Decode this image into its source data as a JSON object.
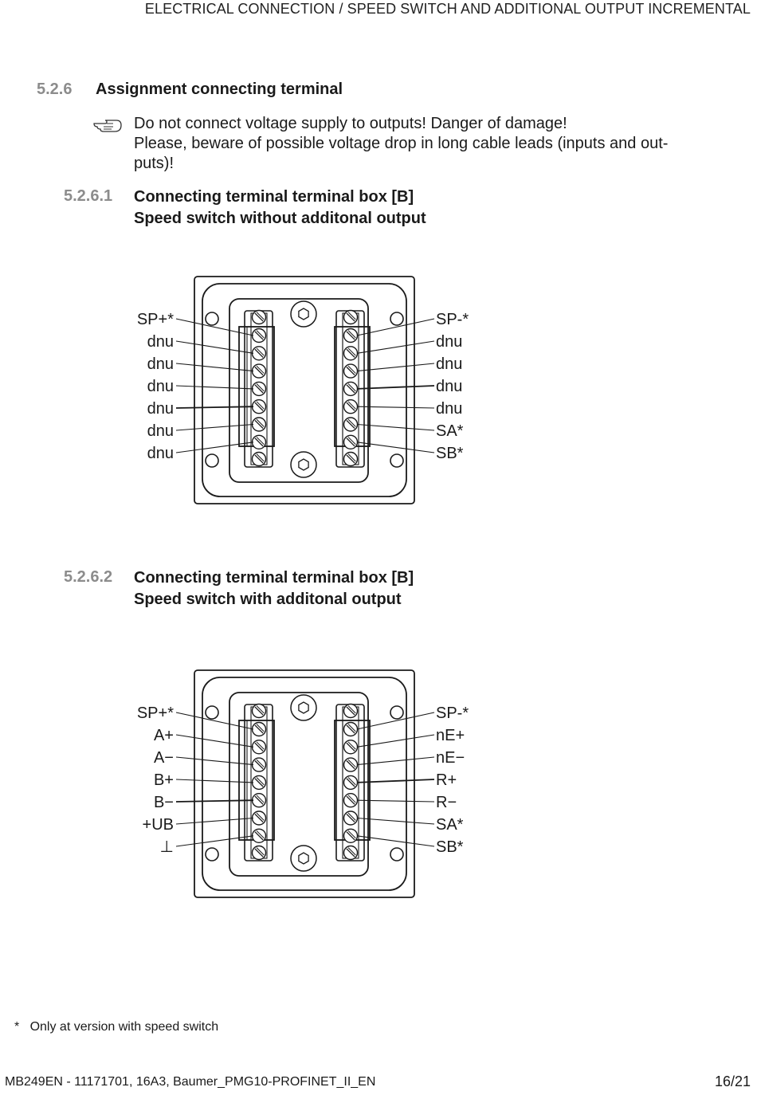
{
  "header": {
    "title": "ELECTRICAL CONNECTION / SPEED SWITCH AND ADDITIONAL OUTPUT INCREMENTAL"
  },
  "section": {
    "number": "5.2.6",
    "title": "Assignment connecting terminal"
  },
  "note": {
    "icon": "pointing-hand-icon",
    "line1": "Do not connect voltage supply to outputs! Danger of damage!",
    "line2": "Please, beware of possible voltage drop in long cable leads (inputs and out-",
    "line3": "puts)!"
  },
  "subsection1": {
    "number": "5.2.6.1",
    "title_line1": "Connecting terminal terminal box [B]",
    "title_line2": "Speed switch without additonal output",
    "left_labels": [
      "SP+*",
      "dnu",
      "dnu",
      "dnu",
      "dnu",
      "dnu",
      "dnu"
    ],
    "right_labels": [
      "SP-*",
      "dnu",
      "dnu",
      "dnu",
      "dnu",
      "SA*",
      "SB*"
    ]
  },
  "subsection2": {
    "number": "5.2.6.2",
    "title_line1": "Connecting terminal terminal box [B]",
    "title_line2": "Speed switch with additonal output",
    "left_labels": [
      "SP+*",
      "A+",
      "A−",
      "B+",
      "B−",
      "+UB",
      "⊥"
    ],
    "right_labels": [
      "SP-*",
      "nE+",
      "nE−",
      "R+",
      "R−",
      "SA*",
      "SB*"
    ]
  },
  "footnote": {
    "marker": "*",
    "text": "Only at version with speed switch"
  },
  "footer": {
    "left": "MB249EN - 11171701, 16A3, Baumer_PMG10-PROFINET_II_EN",
    "page": "16/21"
  }
}
